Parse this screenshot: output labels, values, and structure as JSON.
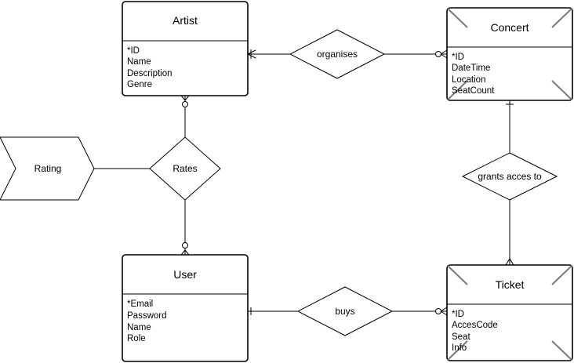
{
  "entities": {
    "artist": {
      "title": "Artist",
      "attrs": [
        "*ID",
        "Name",
        "Description",
        "Genre"
      ]
    },
    "concert": {
      "title": "Concert",
      "attrs": [
        "*ID",
        "DateTime",
        "Location",
        "SeatCount"
      ]
    },
    "user": {
      "title": "User",
      "attrs": [
        "*Email",
        "Password",
        "Name",
        "Role"
      ]
    },
    "ticket": {
      "title": "Ticket",
      "attrs": [
        "*ID",
        "AccesCode",
        "Seat",
        "Info"
      ]
    }
  },
  "relationships": {
    "organises": "organises",
    "rates": "Rates",
    "grants": "grants acces to",
    "buys": "buys"
  },
  "rating": {
    "label": "Rating"
  }
}
